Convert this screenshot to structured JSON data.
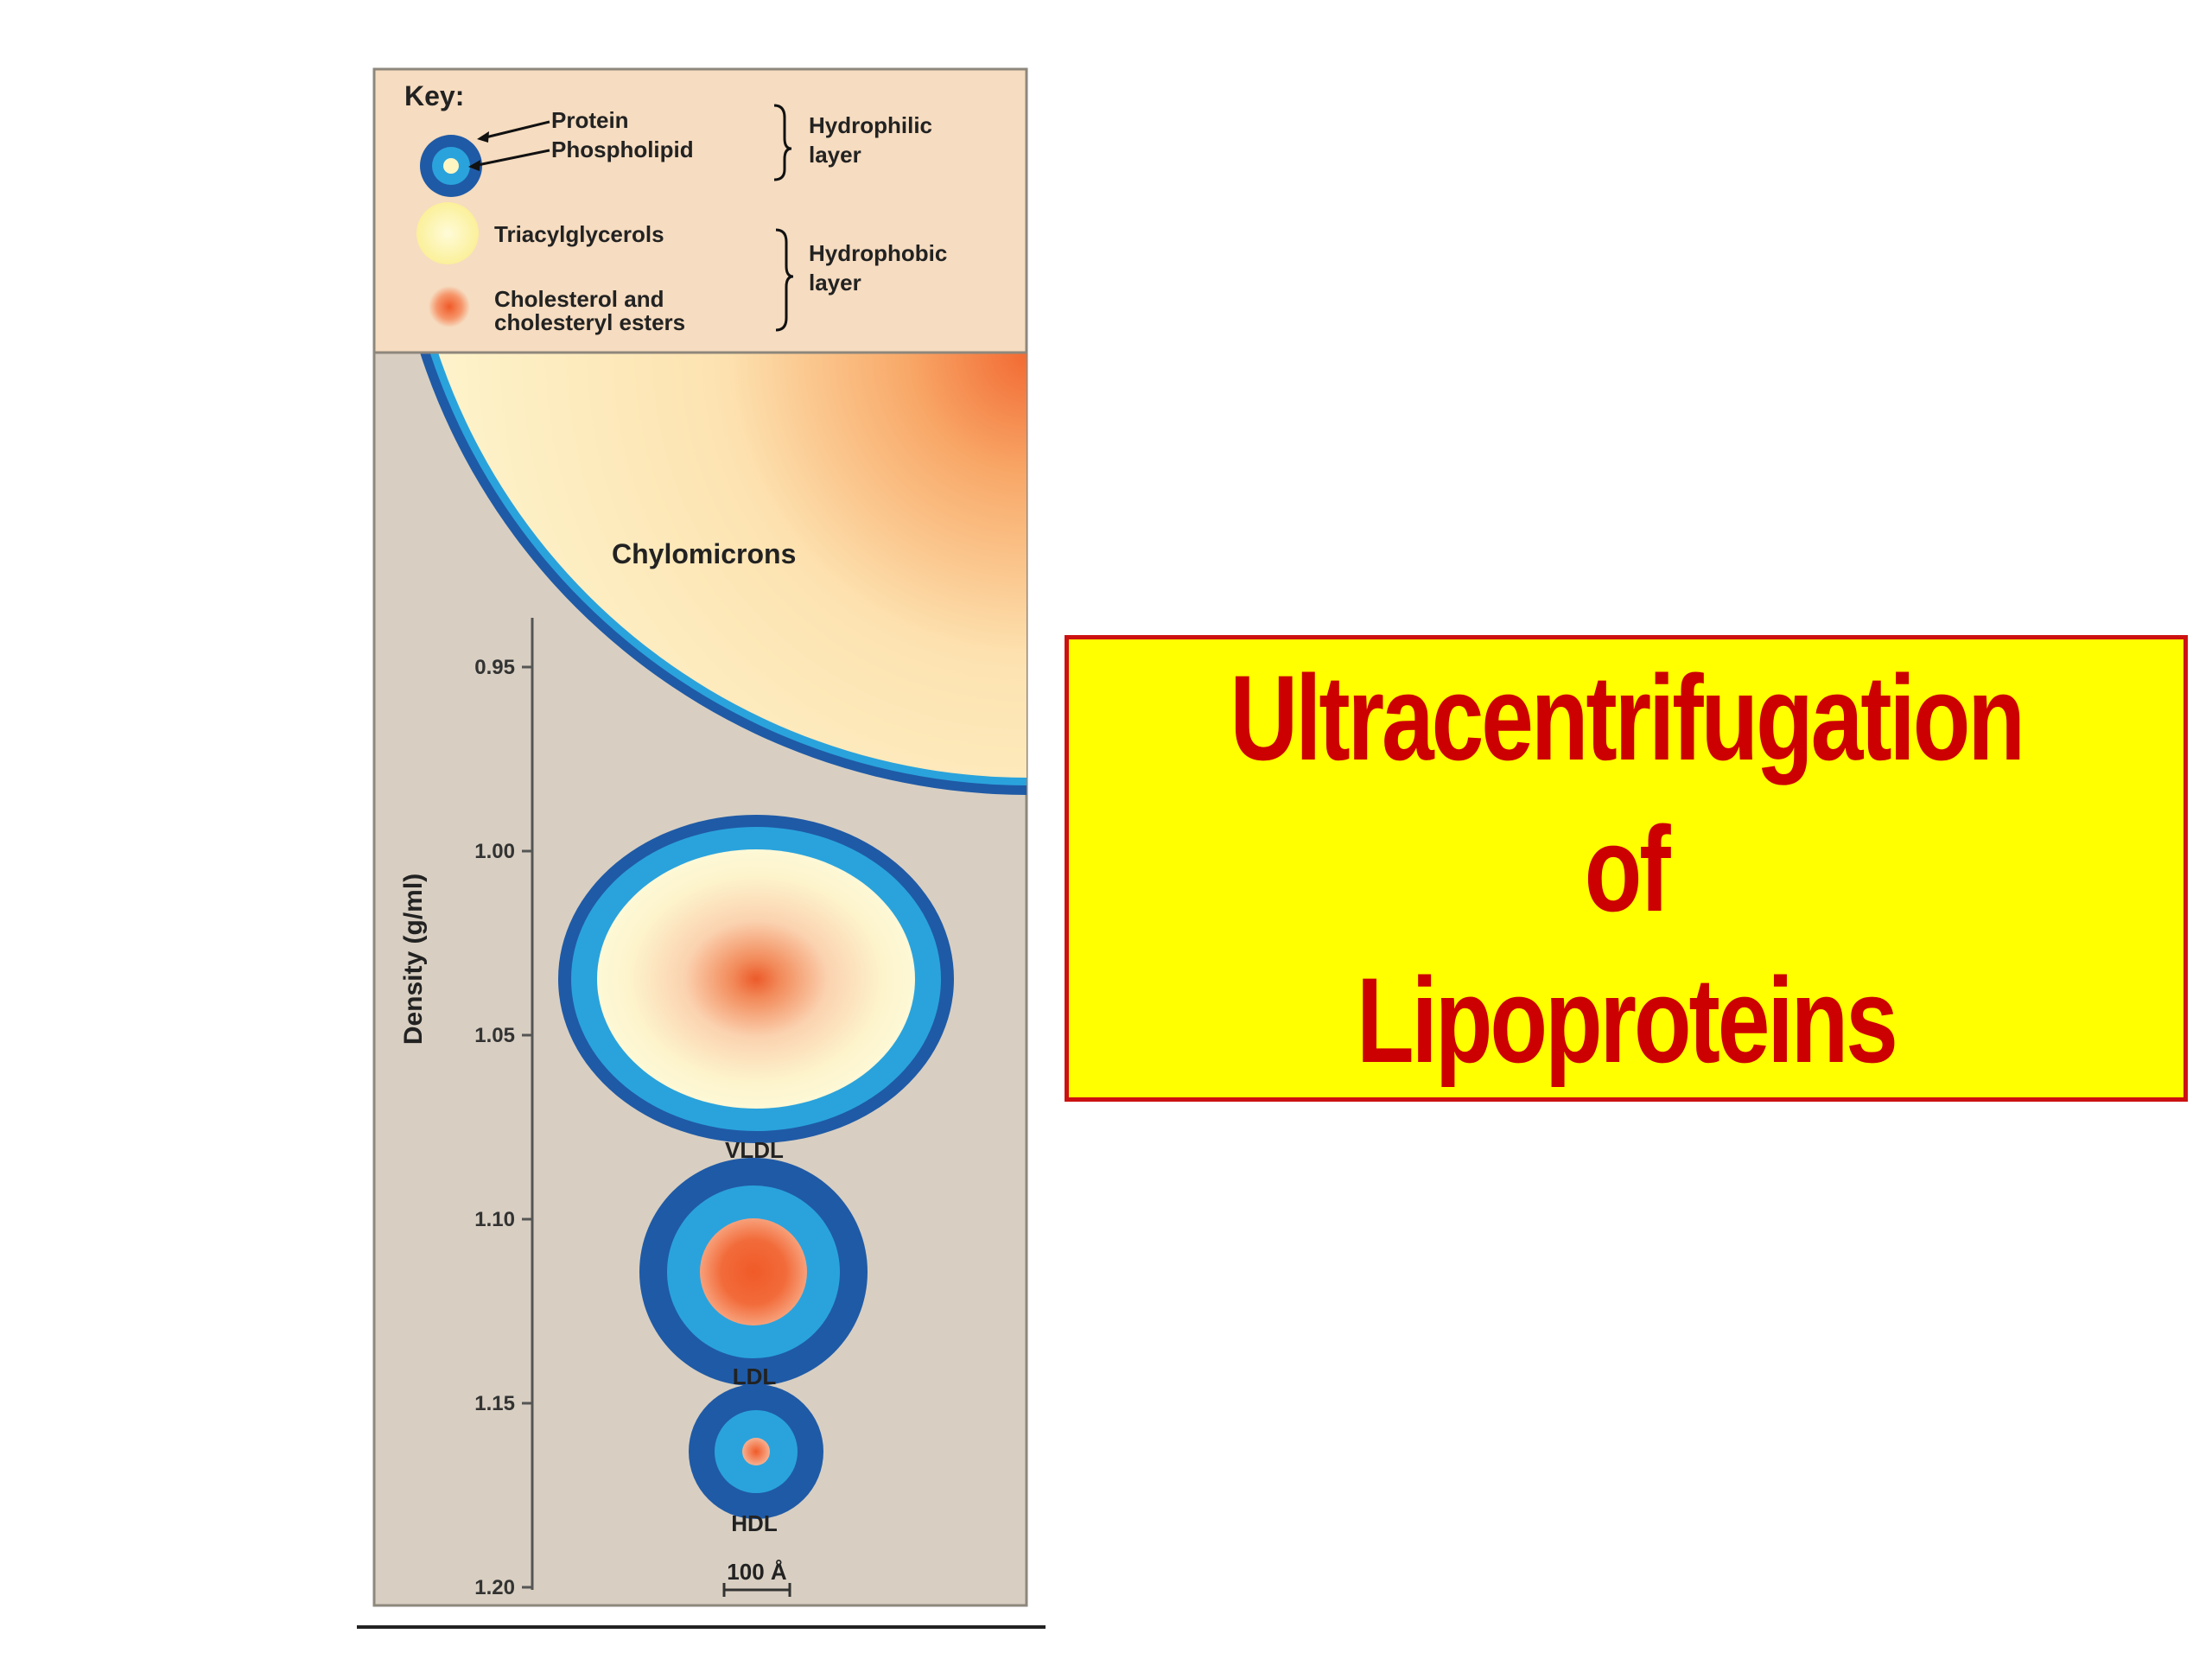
{
  "key": {
    "heading": "Key:",
    "protein_label": "Protein",
    "phospholipid_label": "Phospholipid",
    "hydrophilic_line1": "Hydrophilic",
    "hydrophilic_line2": "layer",
    "triacylglycerols_label": "Triacylglycerols",
    "cholesterol_line1": "Cholesterol and",
    "cholesterol_line2": "cholesteryl esters",
    "hydrophobic_line1": "Hydrophobic",
    "hydrophobic_line2": "layer"
  },
  "axis": {
    "label": "Density (g/ml)",
    "ticks": [
      "0.95",
      "1.00",
      "1.05",
      "1.10",
      "1.15",
      "1.20"
    ]
  },
  "particles": {
    "chylomicrons": "Chylomicrons",
    "vldl": "VLDL",
    "ldl": "LDL",
    "hdl": "HDL"
  },
  "scale_bar": "100 Å",
  "title": {
    "line1": "Ultracentrifugation",
    "line2": "of",
    "line3": "Lipoproteins"
  },
  "colors": {
    "protein": "#1f5aa6",
    "phospholipid": "#2aa3dc",
    "triacylglycerol": "#fdf6c3",
    "cholesterol": "#f06030",
    "panel": "#d8cfc2",
    "key_background": "#f6dcc0",
    "title_box": "#ffff00",
    "title_text": "#cc0000"
  }
}
